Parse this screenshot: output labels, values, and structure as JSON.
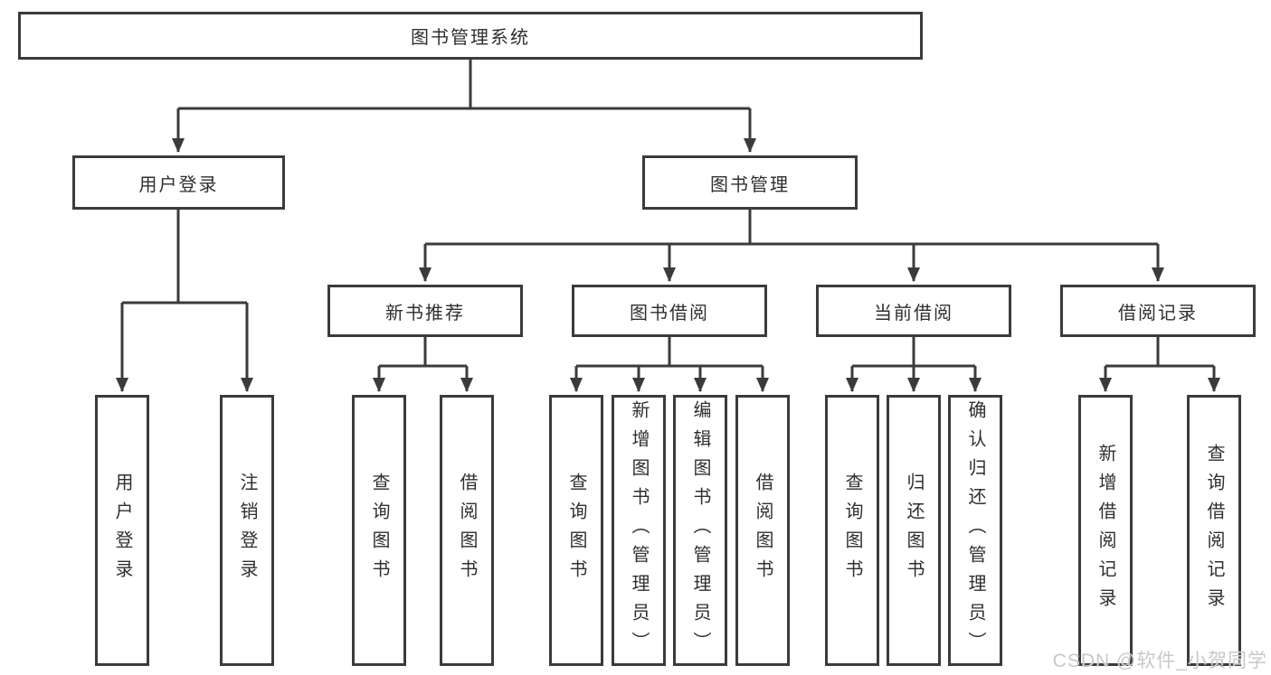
{
  "diagram": {
    "title": "图书管理系统",
    "root": {
      "label": "图书管理系统"
    },
    "level2": [
      {
        "id": "user-login",
        "label": "用户登录"
      },
      {
        "id": "book-management",
        "label": "图书管理"
      }
    ],
    "level3": [
      {
        "id": "new-book-recommend",
        "label": "新书推荐"
      },
      {
        "id": "book-borrow",
        "label": "图书借阅"
      },
      {
        "id": "current-borrow",
        "label": "当前借阅"
      },
      {
        "id": "borrow-records",
        "label": "借阅记录"
      }
    ],
    "leaves": {
      "user_login": [
        {
          "label": "用户登录"
        },
        {
          "label": "注销登录"
        }
      ],
      "new_book_recommend": [
        {
          "label": "查询图书"
        },
        {
          "label": "借阅图书"
        }
      ],
      "book_borrow": [
        {
          "label": "查询图书"
        },
        {
          "label": "新增图书（管理员）"
        },
        {
          "label": "编辑图书（管理员）"
        },
        {
          "label": "借阅图书"
        }
      ],
      "current_borrow": [
        {
          "label": "查询图书"
        },
        {
          "label": "归还图书"
        },
        {
          "label": "确认归还（管理员）"
        }
      ],
      "borrow_records": [
        {
          "label": "新增借阅记录"
        },
        {
          "label": "查询借阅记录"
        }
      ]
    },
    "watermark": "CSDN @软件_小贺同学",
    "colors": {
      "line": "#3b3b3b",
      "text": "#2f2f2f",
      "watermark": "#c8c8c8",
      "background": "#ffffff"
    }
  }
}
